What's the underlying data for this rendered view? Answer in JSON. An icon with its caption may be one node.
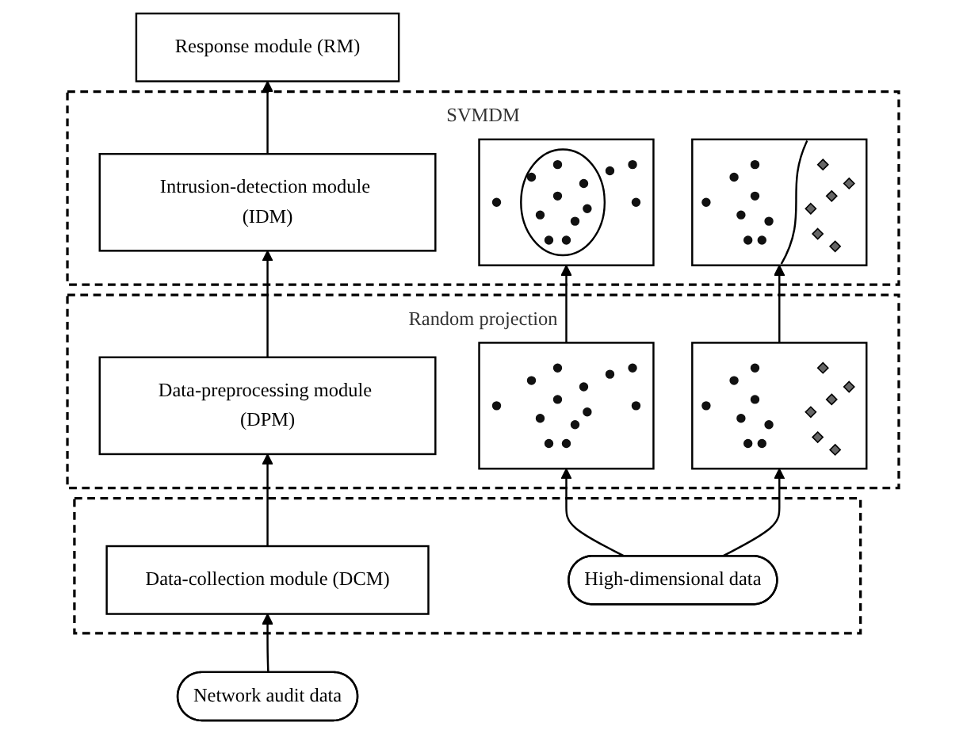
{
  "diagram": {
    "nodes": [
      {
        "text": [
          "Response module (RM)"
        ]
      },
      {
        "text": [
          "SVMDM"
        ]
      },
      {
        "text": [
          "Intrusion-detection module (IDM)"
        ],
        "in": 1
      },
      {
        "text": [],
        "shape": "picture",
        "in": 1
      },
      {
        "text": [],
        "shape": "picture",
        "in": 1
      },
      {
        "text": [
          "Random projection"
        ]
      },
      {
        "text": [
          "Data-preprocessing module (DPM)"
        ],
        "in": 5
      },
      {
        "text": [],
        "shape": "picture",
        "in": 5
      },
      {
        "text": [],
        "shape": "picture",
        "in": 5
      },
      {
        "text": [],
        "shape": "box"
      },
      {
        "text": [
          "Data-collection module (DCM)"
        ],
        "in": 9
      },
      {
        "text": [
          "High-dimensional data"
        ],
        "in": 9
      },
      {
        "text": [
          "Network audit data"
        ]
      }
    ],
    "edges": [
      {
        "from": 12,
        "to": 10,
        "arrow": "to"
      },
      {
        "from": 10,
        "to": 6,
        "arrow": "to"
      },
      {
        "from": 6,
        "to": 2,
        "arrow": "to"
      },
      {
        "from": 2,
        "to": 0,
        "arrow": "to"
      },
      {
        "from": 11,
        "to": 7,
        "arrow": "to"
      },
      {
        "from": 11,
        "to": 8,
        "arrow": "to"
      },
      {
        "from": 7,
        "to": 3,
        "arrow": "to"
      },
      {
        "from": 8,
        "to": 4,
        "arrow": "to"
      }
    ]
  }
}
